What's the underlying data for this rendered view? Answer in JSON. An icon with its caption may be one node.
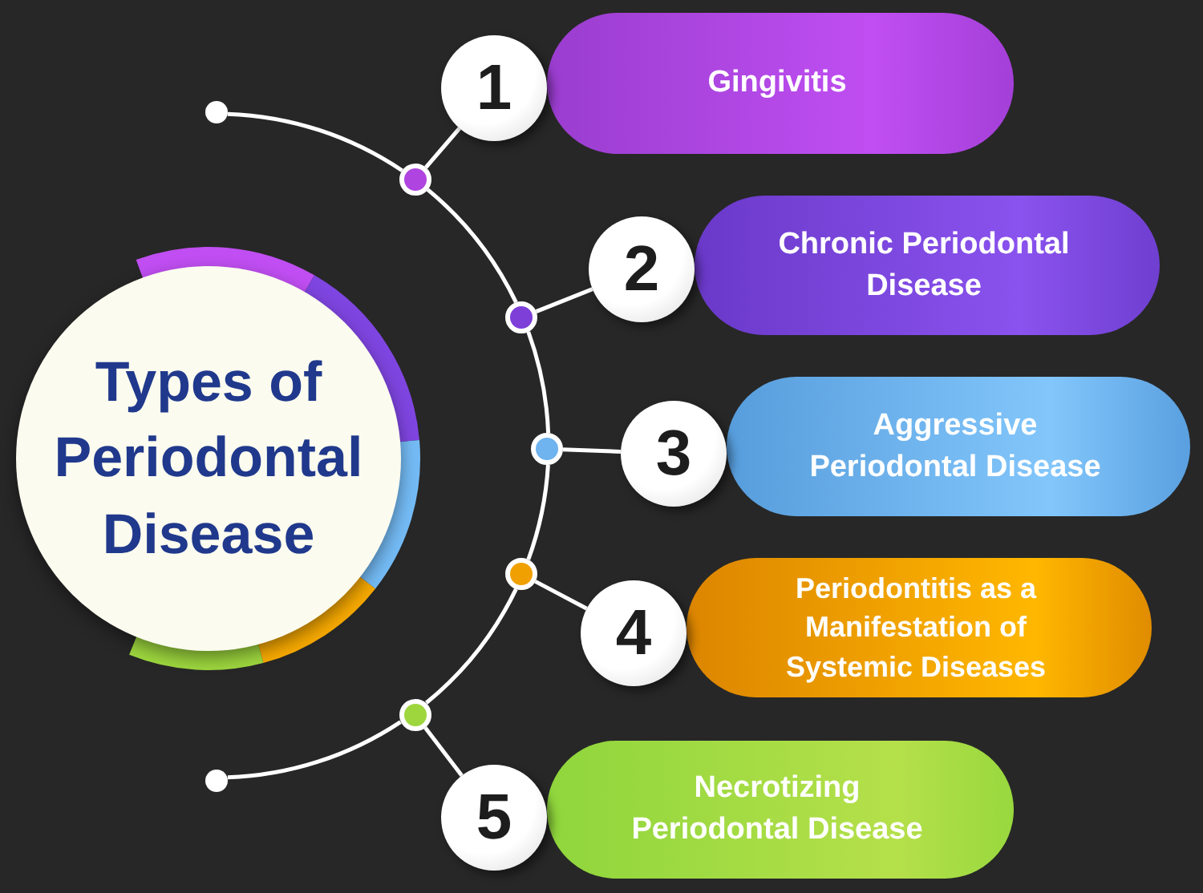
{
  "diagram": {
    "nodes": [
      {
        "text": [
          "Types of Periodontal Disease"
        ]
      },
      {
        "text": [],
        "shape": "circle"
      },
      {
        "text": [],
        "shape": "circle"
      },
      {
        "text": [],
        "shape": "circle"
      },
      {
        "text": [],
        "shape": "circle"
      },
      {
        "text": [],
        "shape": "circle"
      },
      {
        "text": [],
        "shape": "circle"
      },
      {
        "text": [],
        "shape": "circle"
      },
      {
        "text": [
          "1"
        ]
      },
      {
        "text": [
          "Gingivitis"
        ]
      },
      {
        "text": [
          "2"
        ]
      },
      {
        "text": [
          "Chronic Periodontal Disease"
        ]
      },
      {
        "text": [
          "3"
        ]
      },
      {
        "text": [
          "Aggressive Periodontal Disease"
        ]
      },
      {
        "text": [
          "4"
        ]
      },
      {
        "text": [
          "Periodontitis as a Manifestation of Systemic Diseases"
        ]
      },
      {
        "text": [
          "5"
        ]
      },
      {
        "text": [
          "Necrotizing Periodontal Disease"
        ]
      }
    ],
    "edges": [
      {
        "from": 1,
        "to": 2,
        "arrow": "none"
      },
      {
        "from": 2,
        "to": 3,
        "arrow": "none"
      },
      {
        "from": 3,
        "to": 4,
        "arrow": "none"
      },
      {
        "from": 4,
        "to": 5,
        "arrow": "none"
      },
      {
        "from": 5,
        "to": 6,
        "arrow": "none"
      },
      {
        "from": 6,
        "to": 7,
        "arrow": "none"
      },
      {
        "from": 2,
        "to": 8,
        "arrow": "none"
      },
      {
        "from": 3,
        "to": 10,
        "arrow": "none"
      },
      {
        "from": 4,
        "to": 12,
        "arrow": "none"
      },
      {
        "from": 5,
        "to": 14,
        "arrow": "none"
      },
      {
        "from": 6,
        "to": 16,
        "arrow": "none"
      }
    ]
  }
}
